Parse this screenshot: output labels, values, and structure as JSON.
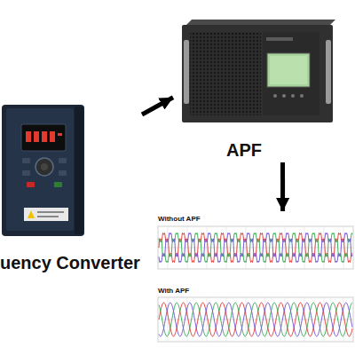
{
  "diagram": {
    "nodes": [
      {
        "text": [
          "uency Converter"
        ]
      },
      {
        "text": [
          "APF"
        ]
      },
      {
        "text": [
          "Without APF"
        ]
      },
      {
        "text": [
          "With APF"
        ]
      }
    ],
    "edges": [
      {
        "from": 0,
        "to": 1,
        "arrow": "to"
      },
      {
        "from": 1,
        "to": 2,
        "arrow": "to"
      }
    ]
  }
}
